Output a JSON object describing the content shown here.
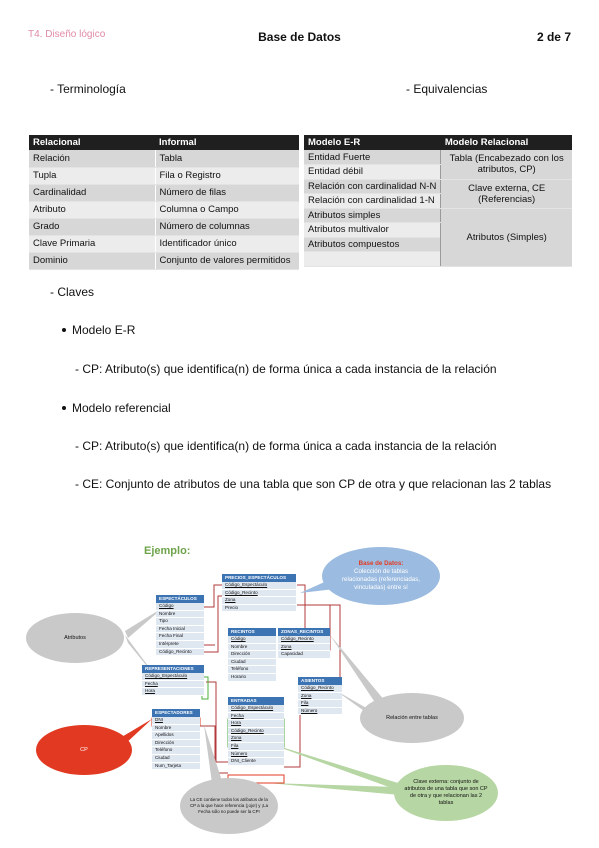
{
  "header": {
    "left": "T4. Diseño lógico",
    "center": "Base de Datos",
    "right": "2 de 7"
  },
  "sections": {
    "terminologia": "- Terminología",
    "equivalencias": "- Equivalencias",
    "claves": "- Claves",
    "modelo_er": "Modelo E-R",
    "cp_er": "- CP: Atributo(s) que identifica(n) de forma única a cada instancia de la relación",
    "modelo_ref": "Modelo referencial",
    "cp_ref": "- CP: Atributo(s) que identifica(n) de forma única a cada instancia de la relación",
    "ce_ref": "- CE: Conjunto de atributos de una tabla que son CP de otra y que relacionan las 2 tablas"
  },
  "table_terminologia": {
    "headers": [
      "Relacional",
      "Informal"
    ],
    "rows": [
      [
        "Relación",
        "Tabla"
      ],
      [
        "Tupla",
        "Fila o Registro"
      ],
      [
        "Cardinalidad",
        "Número de filas"
      ],
      [
        "Atributo",
        "Columna o Campo"
      ],
      [
        "Grado",
        "Número de columnas"
      ],
      [
        "Clave Primaria",
        "Identificador único"
      ],
      [
        "Dominio",
        "Conjunto de valores permitidos"
      ]
    ]
  },
  "table_equivalencias": {
    "headers": [
      "Modelo E-R",
      "Modelo Relacional"
    ],
    "rows": [
      "Entidad Fuerte",
      "Entidad débil",
      "Relación con cardinalidad N-N",
      "Relación con cardinalidad 1-N",
      "Atributos simples",
      "Atributos multivalor",
      "Atributos compuestos",
      ""
    ],
    "merged": [
      "Tabla (Encabezado con los atributos, CP)",
      "Clave externa, CE (Referencias)",
      "Atributos (Simples)"
    ]
  },
  "diagram": {
    "title": "Ejemplo:",
    "entities": {
      "espectaculos": {
        "title": "ESPECTÁCULOS",
        "rows": [
          "Código",
          "Nombre",
          "Tipo",
          "Fecha Inicial",
          "Fecha Final",
          "Intérprete",
          "Código_Recinto"
        ]
      },
      "precios": {
        "title": "PRECIOS_ESPECTÁCULOS",
        "rows": [
          "Código_Espectáculo",
          "Código_Recinto",
          "Zona",
          "Precio"
        ]
      },
      "recintos": {
        "title": "RECINTOS",
        "rows": [
          "Código",
          "Nombre",
          "Dirección",
          "Ciudad",
          "Teléfono",
          "Horario"
        ]
      },
      "zonas": {
        "title": "ZONAS_RECINTOS",
        "rows": [
          "Código_Recinto",
          "Zona",
          "Capacidad"
        ]
      },
      "representaciones": {
        "title": "REPRESENTACIONES",
        "rows": [
          "Código_Espectáculo",
          "Fecha",
          "Hora"
        ]
      },
      "asientos": {
        "title": "ASIENTOS",
        "rows": [
          "Código_Recinto",
          "Zona",
          "Fila",
          "Número"
        ]
      },
      "entradas": {
        "title": "ENTRADAS",
        "rows": [
          "Código_Espectáculo",
          "Fecha",
          "Hora",
          "Código_Recinto",
          "Zona",
          "Fila",
          "Número",
          "DNI_Cliente"
        ]
      },
      "espectadores": {
        "title": "ESPECTADORES",
        "rows": [
          "DNI",
          "Nombre",
          "Apellidos",
          "Dirección",
          "Teléfono",
          "Ciudad",
          "Num_Tarjeta"
        ]
      }
    },
    "bubbles": {
      "atributos": "Atributos",
      "cp": "CP",
      "relacion": "Relación entre tablas",
      "ce": "Clave externa: conjunto de atributos de una tabla que son CP de otra y que relacionan las 2 tablas",
      "nota": "La CE contiene todos los atributos de la CP a la que hace referencia (¡ojo!) y ¡La Fecha sólo no puede ser la CP!",
      "bd_title": "Base de Datos:",
      "bd_text": "Colección de tablas relacionadas (referenciadas, vinculadas) entre sí"
    }
  }
}
